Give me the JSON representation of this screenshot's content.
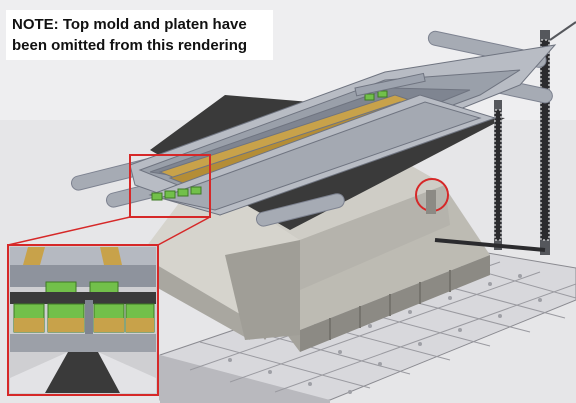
{
  "note": {
    "line1": "NOTE: Top mold and platen have",
    "line2": "been omitted from this rendering"
  },
  "colors": {
    "background": "#e4e4e6",
    "mold_gray": "#cdcbc4",
    "mold_shadow": "#8f8d88",
    "base_plate": "#dcdcde",
    "dark_sheet": "#3a3a3a",
    "frame_gray": "#9da3ae",
    "rail_gold": "#c8a24a",
    "pad_green": "#72c04a",
    "highlight_red": "#d62828"
  },
  "icons": [
    "callout-rectangle",
    "callout-circle",
    "zoom-inset"
  ]
}
